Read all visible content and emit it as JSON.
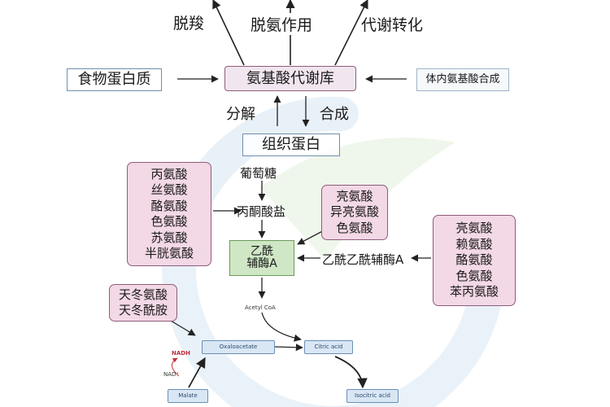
{
  "top_labels": {
    "decarboxylation": "脱羧",
    "deamination": "脱氨作用",
    "metabolic_conversion": "代谢转化"
  },
  "sources": {
    "food_protein": "食物蛋白质",
    "in_vivo_synthesis": "体内氨基酸合成"
  },
  "hub": {
    "amino_acid_pool": "氨基酸代谢库"
  },
  "pool_arrows": {
    "breakdown": "分解",
    "synthesis": "合成"
  },
  "tissue_protein": "组织蛋白",
  "pathway": {
    "glucose": "葡萄糖",
    "pyruvate": "丙酮酸盐",
    "acetyl_coa_lines": [
      "乙酰",
      "辅酶A"
    ],
    "acetoacetyl_coa": "乙酰乙酰辅酶A",
    "acetyl_coa_en": "Acetyl CoA"
  },
  "groups": {
    "pyruvate_amino_acids": [
      "丙氨酸",
      "丝氨酸",
      "酪氨酸",
      "色氨酸",
      "苏氨酸",
      "半胱氨酸"
    ],
    "acetyl_coa_amino_acids": [
      "亮氨酸",
      "异亮氨酸",
      "色氨酸"
    ],
    "acetoacetyl_amino_acids": [
      "亮氨酸",
      "赖氨酸",
      "酪氨酸",
      "色氨酸",
      "苯丙氨酸"
    ],
    "oxaloacetate_amino_acids": [
      "天冬氨酸",
      "天冬酰胺"
    ]
  },
  "tca": {
    "oxaloacetate": "Oxaloacetate",
    "citric_acid": "Citric acid",
    "malate": "Malate",
    "isocitric_acid": "Isocitric acid",
    "nadh": "NADH",
    "nad": "NAD⁺"
  },
  "colors": {
    "pink_fill": "#f3d8e6",
    "pink_border": "#8e5d7a",
    "green_fill": "#cfe7c5",
    "green_border": "#6c9a5c",
    "box_border": "#6f8fb0",
    "arrow": "#222222",
    "nadh_red": "#c0303a"
  }
}
